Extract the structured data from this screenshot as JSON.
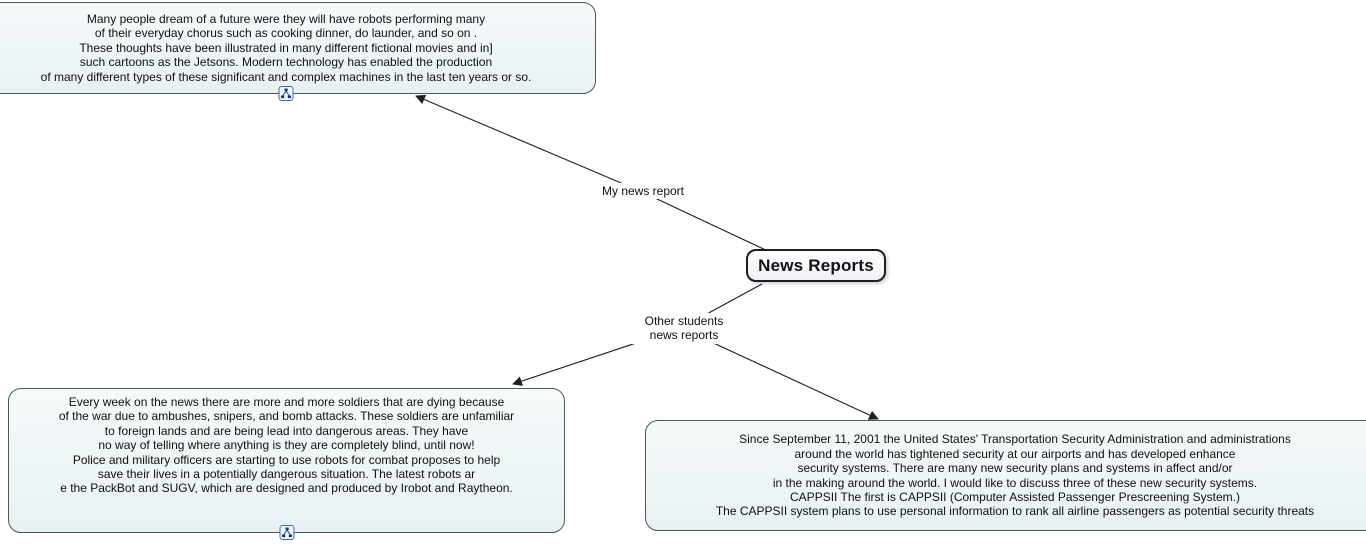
{
  "root_concept": {
    "label": "News Reports"
  },
  "linking_phrases": {
    "my_news_report": {
      "lines": [
        "My news report"
      ]
    },
    "other_students_news_reports": {
      "lines": [
        "Other students",
        "news reports"
      ]
    }
  },
  "concepts": {
    "robots_intro": {
      "lines": [
        "Many people dream of a future were they will have robots performing many",
        "of their everyday chorus such as cooking dinner, do launder, and so on .",
        "These thoughts have been illustrated in many different fictional movies and in]",
        "such cartoons as the Jetsons. Modern technology has enabled the production",
        "of many different types of these significant and complex machines in the last ten years or so."
      ],
      "resource_icon": "cmap-resource-icon"
    },
    "combat_robots": {
      "lines": [
        "Every week on the news there are more and more soldiers that are dying because",
        "of the war due to ambushes, snipers, and bomb attacks. These soldiers are unfamiliar",
        "to foreign lands and are being lead into dangerous areas. They have",
        "no way of telling where anything is they are completely blind, until now!",
        "Police and military officers are starting to use robots for combat proposes to help",
        "save their lives in a potentially dangerous situation. The latest robots ar",
        "e the PackBot and SUGV, which are designed and produced by Irobot and Raytheon."
      ],
      "resource_icon": "cmap-resource-icon"
    },
    "airport_security": {
      "lines": [
        "Since September 11, 2001 the United States' Transportation Security Administration and administrations",
        "around the world has tightened security at our airports and has developed enhance",
        "security systems. There are many new security plans and systems in affect and/or",
        "in the making around the world. I would like to discuss three of these new security systems.",
        "CAPPSII The first is CAPPSII (Computer Assisted Passenger Prescreening System.)",
        "The CAPPSII system plans to use personal information to rank all airline passengers as potential security threats"
      ]
    }
  },
  "colors": {
    "background": "#ffffff",
    "concept_fill": "#edf4f5",
    "concept_border": "#4c585c",
    "root_fill": "#ffffff",
    "root_border": "#1d1d1d",
    "connection_line": "#1f1f1f",
    "text": "#101010"
  }
}
